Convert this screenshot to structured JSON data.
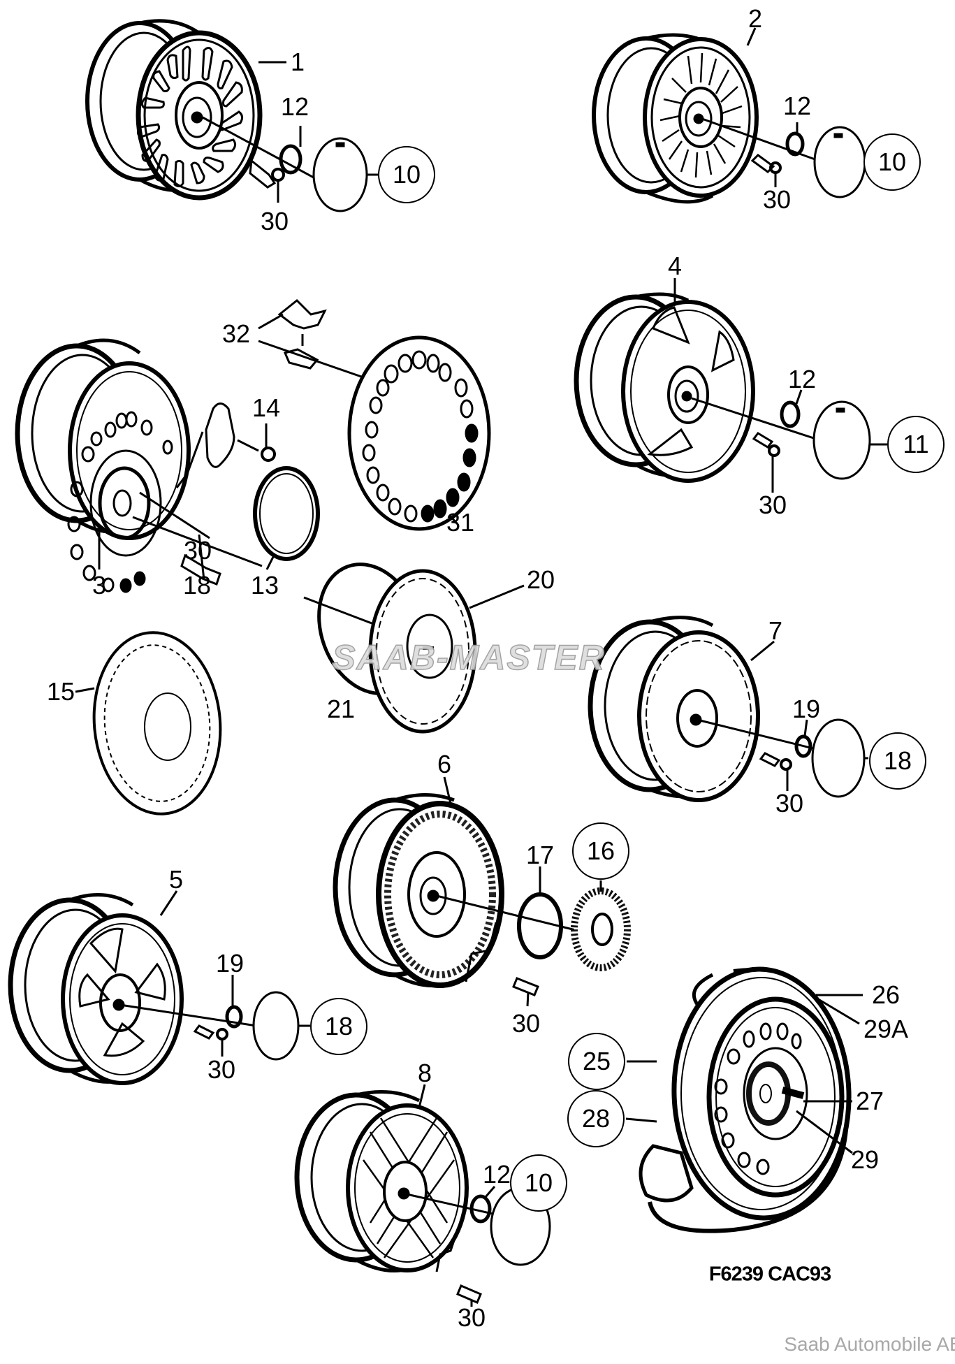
{
  "diagram": {
    "figure_code": "F6239 CAC93",
    "copyright": "Saab Automobile AB",
    "watermark": "SAAB-MASTER",
    "callouts": {
      "p1": "1",
      "p2": "2",
      "p3": "3",
      "p4": "4",
      "p5": "5",
      "p6": "6",
      "p7": "7",
      "p8": "8",
      "p10a": "10",
      "p10b": "10",
      "p10c": "10",
      "p11": "11",
      "p12a": "12",
      "p12b": "12",
      "p12c": "12",
      "p12d": "12",
      "p13": "13",
      "p14": "14",
      "p15": "15",
      "p16": "16",
      "p17": "17",
      "p18a": "18",
      "p18b": "18",
      "p18c": "18",
      "p19a": "19",
      "p19b": "19",
      "p20": "20",
      "p21": "21",
      "p25": "25",
      "p26": "26",
      "p27": "27",
      "p28": "28",
      "p29": "29",
      "p29A": "29A",
      "p30a": "30",
      "p30b": "30",
      "p30c": "30",
      "p30d": "30",
      "p30e": "30",
      "p30f": "30",
      "p30g": "30",
      "p30h": "30",
      "p31": "31",
      "p32": "32"
    }
  }
}
